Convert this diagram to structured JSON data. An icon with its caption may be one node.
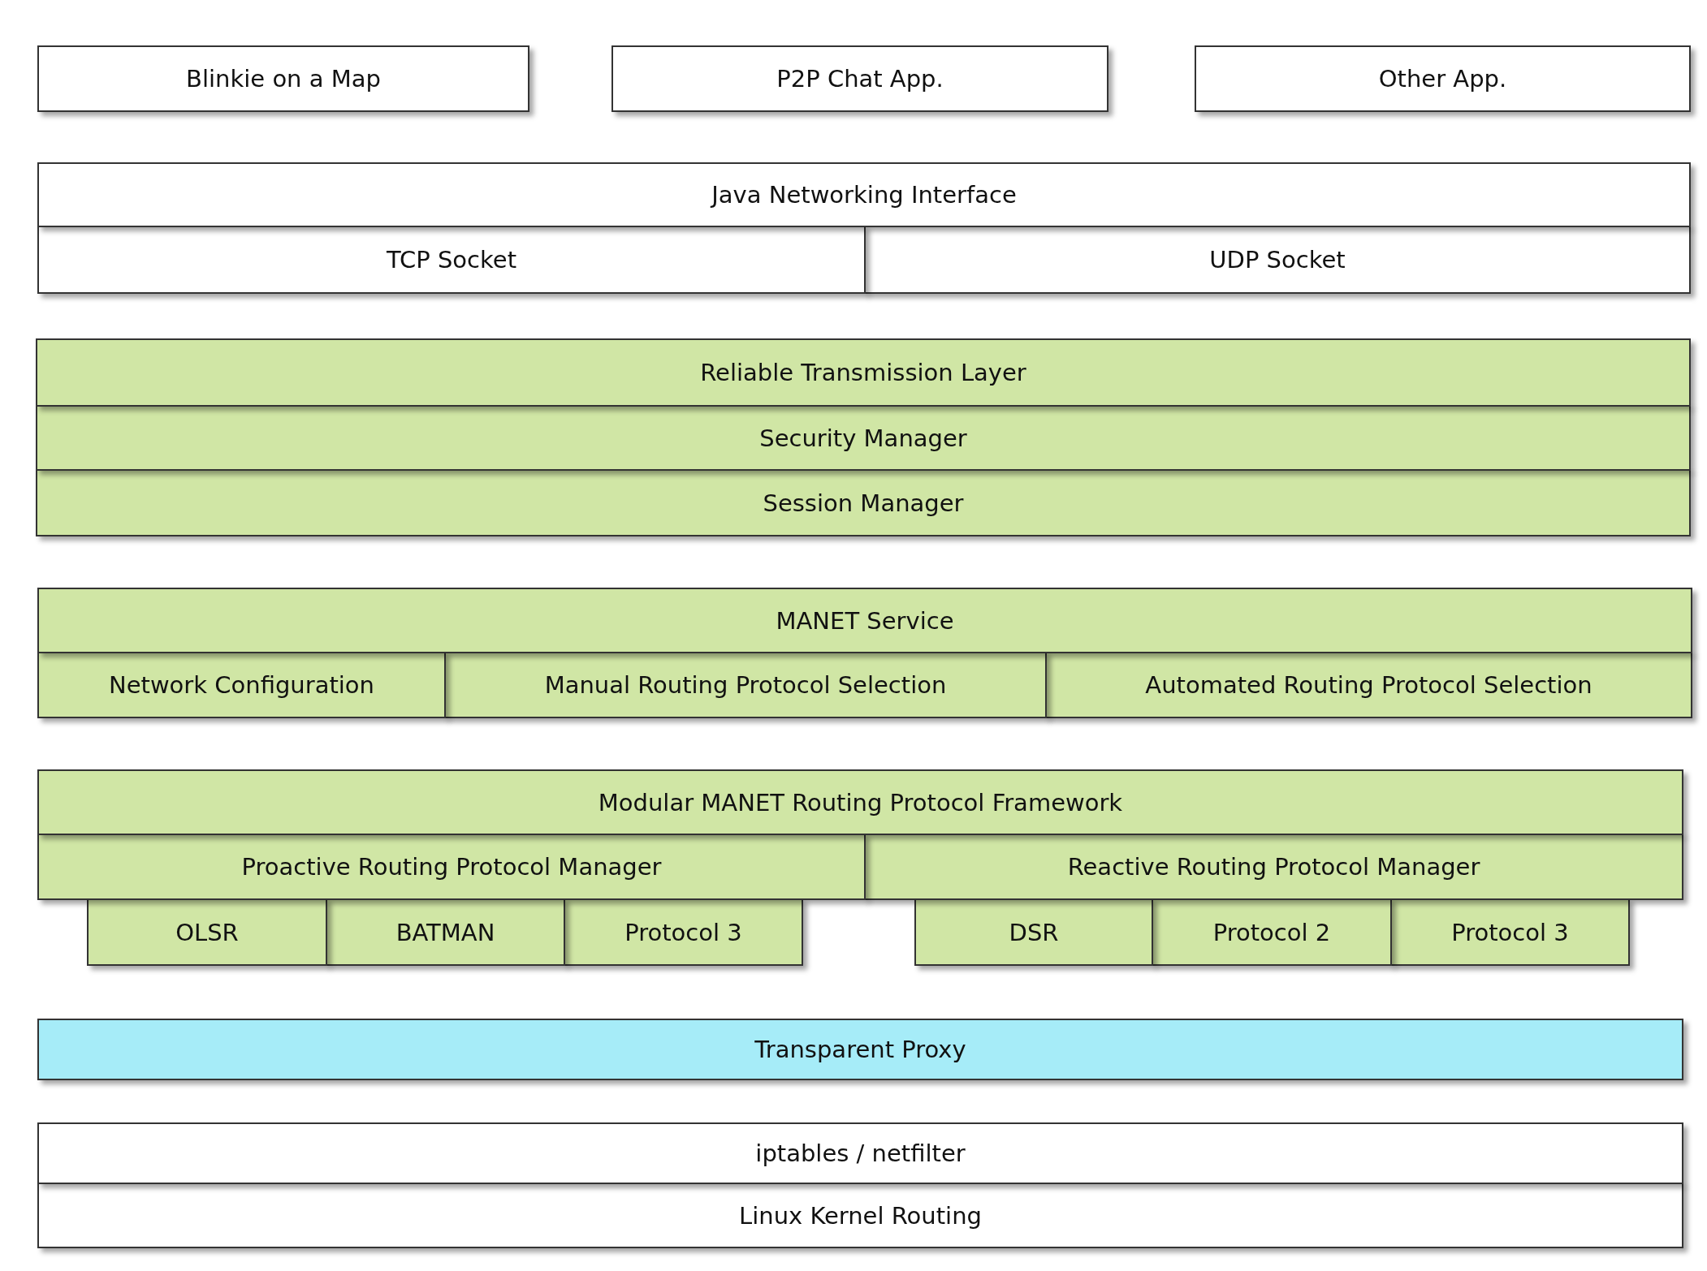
{
  "diagram": {
    "nodes": [
      {
        "text": [
          "Blinkie on a Map"
        ]
      },
      {
        "text": [
          "P2P Chat App."
        ]
      },
      {
        "text": [
          "Other App."
        ]
      },
      {
        "text": [
          "Java Networking Interface"
        ]
      },
      {
        "text": [
          "TCP Socket"
        ]
      },
      {
        "text": [
          "UDP Socket"
        ]
      },
      {
        "text": [
          "Reliable Transmission Layer"
        ]
      },
      {
        "text": [
          "Security Manager"
        ]
      },
      {
        "text": [
          "Session Manager"
        ]
      },
      {
        "text": [
          "MANET Service"
        ]
      },
      {
        "text": [
          "Network Configuration"
        ]
      },
      {
        "text": [
          "Manual Routing Protocol Selection"
        ]
      },
      {
        "text": [
          "Automated Routing Protocol Selection"
        ]
      },
      {
        "text": [
          "Modular MANET Routing Protocol Framework"
        ]
      },
      {
        "text": [
          "Proactive Routing Protocol Manager"
        ]
      },
      {
        "text": [
          "Reactive Routing Protocol Manager"
        ]
      },
      {
        "text": [
          "OLSR"
        ]
      },
      {
        "text": [
          "BATMAN"
        ]
      },
      {
        "text": [
          "Protocol 3"
        ]
      },
      {
        "text": [
          "DSR"
        ]
      },
      {
        "text": [
          "Protocol 2"
        ]
      },
      {
        "text": [
          "Protocol 3"
        ]
      },
      {
        "text": [
          "Transparent Proxy"
        ]
      },
      {
        "text": [
          "iptables / netfilter"
        ]
      },
      {
        "text": [
          "Linux Kernel Routing"
        ]
      }
    ],
    "edges": []
  }
}
